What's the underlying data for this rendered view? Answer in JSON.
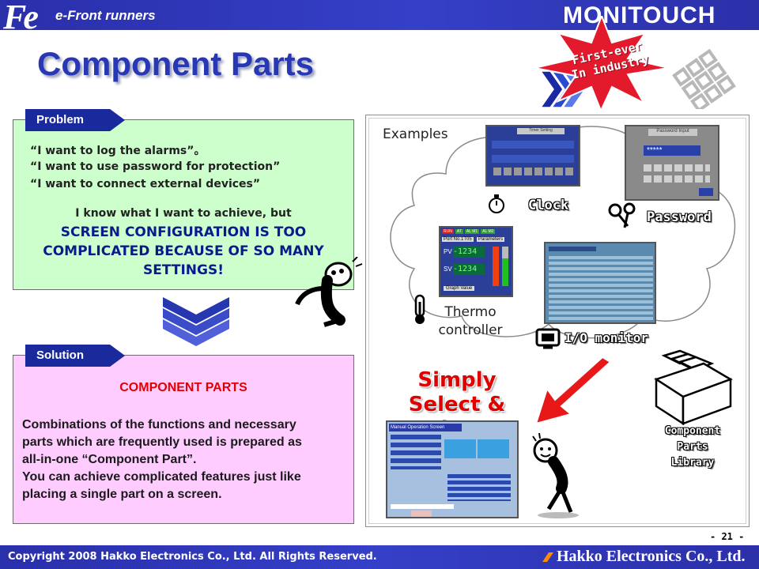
{
  "header": {
    "logo": "Fe",
    "tagline": "e-Front runners",
    "brand": "MONITOUCH"
  },
  "title": "Component Parts",
  "badge": {
    "line1": "First-ever",
    "line2": "In industry"
  },
  "problem": {
    "tag": "Problem",
    "quotes": [
      "“I want to log the alarms”。",
      "“I want to use password for protection”",
      "“I want to connect external devices”"
    ],
    "lead": "I know what I want to achieve, but",
    "emphasis": [
      "SCREEN CONFIGURATION IS TOO",
      "COMPLICATED BECAUSE OF SO MANY",
      "SETTINGS!"
    ]
  },
  "solution": {
    "tag": "Solution",
    "heading": "COMPONENT PARTS",
    "body": [
      "Combinations of the functions and necessary",
      "parts which are frequently used is prepared as",
      "all-in-one “Component Part”.",
      "You can achieve complicated features just like",
      "placing a single part on a screen."
    ]
  },
  "examples": {
    "heading": "Examples",
    "clock": "Clock",
    "password": "Password",
    "thermo": [
      "Thermo",
      "controller"
    ],
    "io": "I/O monitor",
    "library": [
      "Component",
      "Parts",
      "Library"
    ],
    "password_mask": "*****",
    "pv": "PV",
    "sv": "SV",
    "pv_value": "-1234",
    "sv_value": "-1234",
    "thermo_buttons": [
      "RUN",
      "AT",
      "AL M1",
      "AL M2"
    ],
    "thermo_title": "Parameters",
    "thermo_port": "Port No.1T05",
    "graph": "Graph Value",
    "pw_title": "Password Input",
    "clock_title": "Timer Setting",
    "manual_title": "Manual Operation Screen"
  },
  "cta": [
    "Simply",
    "Select & Place"
  ],
  "footer": {
    "copyright": "Copyright 2008 Hakko Electronics Co., Ltd. All Rights Reserved.",
    "company": "Hakko Electronics Co., Ltd.",
    "page": "- 21 -"
  },
  "colors": {
    "header": "#2a2faa",
    "title": "#2838b4",
    "problem_bg": "#ccffcc",
    "solution_bg": "#ffccff",
    "tag": "#1a2a9c",
    "emphasis": "#0a1a8c",
    "heading_red": "#e00000",
    "badge_red": "#e31a2c"
  }
}
